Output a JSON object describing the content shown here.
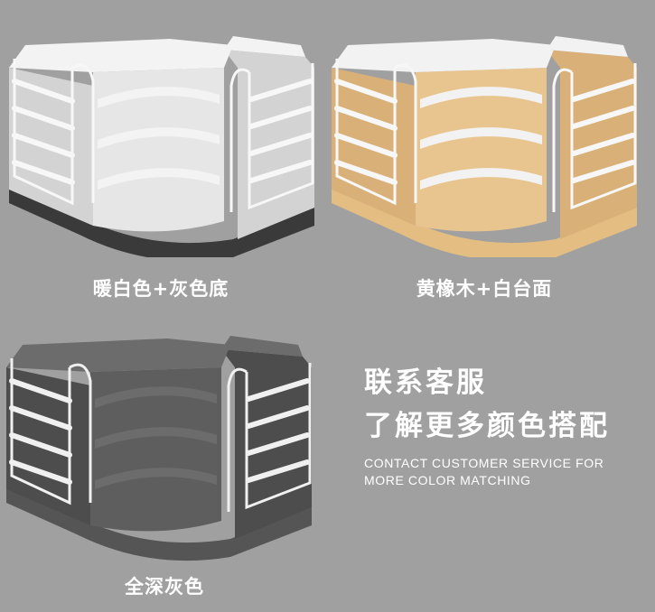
{
  "products": [
    {
      "caption": "暖白色+灰色底",
      "color_top": "#f3f3f3",
      "color_body": "#e6e6e6",
      "color_shade": "#d3d3d3",
      "color_base": "#3a3a3a",
      "color_frame": "#f7f7f7"
    },
    {
      "caption": "黄橡木+白台面",
      "color_top": "#f2f2f2",
      "color_body": "#e8c58e",
      "color_shade": "#d9b077",
      "color_base": "#e4bd83",
      "color_frame": "#f7f7f7"
    },
    {
      "caption": "全深灰色",
      "color_top": "#6c6c6c",
      "color_body": "#5e5e5e",
      "color_shade": "#4d4d4d",
      "color_base": "#555555",
      "color_frame": "#f0f0f0"
    }
  ],
  "contact": {
    "heading_line1": "联系客服",
    "heading_line2": "了解更多颜色搭配",
    "english": "CONTACT CUSTOMER SERVICE FOR MORE COLOR MATCHING"
  },
  "background_color": "#a0a0a0"
}
